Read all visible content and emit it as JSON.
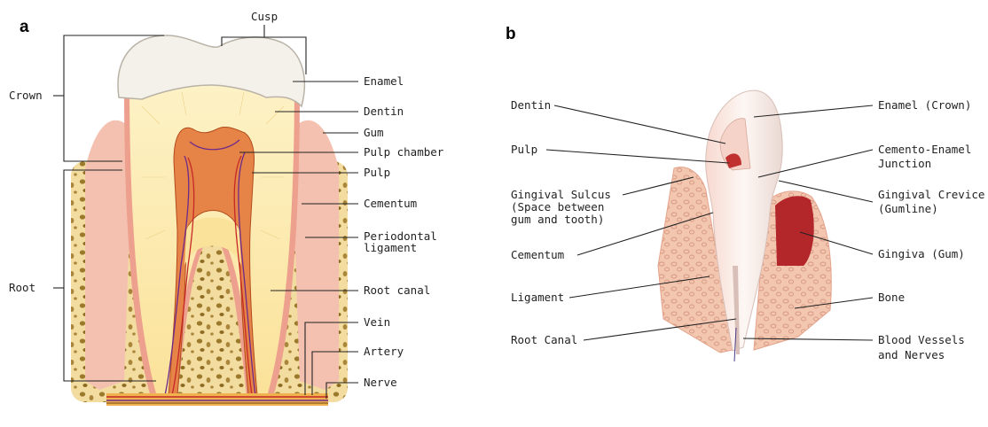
{
  "panel_a": {
    "letter": "a",
    "labels": {
      "cusp": "Cusp",
      "crown": "Crown",
      "root": "Root",
      "enamel": "Enamel",
      "dentin": "Dentin",
      "gum": "Gum",
      "pulp_chamber": "Pulp chamber",
      "pulp": "Pulp",
      "cementum": "Cementum",
      "periodontal_1": "Periodontal",
      "periodontal_2": "ligament",
      "root_canal": "Root canal",
      "vein": "Vein",
      "artery": "Artery",
      "nerve": "Nerve"
    }
  },
  "panel_b": {
    "letter": "b",
    "labels": {
      "dentin": "Dentin",
      "pulp": "Pulp",
      "sulcus_1": "Gingival Sulcus",
      "sulcus_2": "(Space between",
      "sulcus_3": "gum and tooth)",
      "cementum": "Cementum",
      "ligament": "Ligament",
      "root_canal": "Root Canal",
      "enamel": "Enamel (Crown)",
      "cej_1": "Cemento-Enamel",
      "cej_2": "Junction",
      "crevice_1": "Gingival Crevice",
      "crevice_2": "(Gumline)",
      "gingiva": "Gingiva (Gum)",
      "bone": "Bone",
      "vessels_1": "Blood Vessels",
      "vessels_2": "and Nerves"
    }
  },
  "colors": {
    "enamel": "#f4f1ea",
    "dentin": "#fbe7a8",
    "pulp": "#e07a3c",
    "gum": "#f2b9a6",
    "bone": "#f3dca0",
    "bone_pores": "#9c7a2c",
    "gingiva_dark": "#b3272b"
  }
}
